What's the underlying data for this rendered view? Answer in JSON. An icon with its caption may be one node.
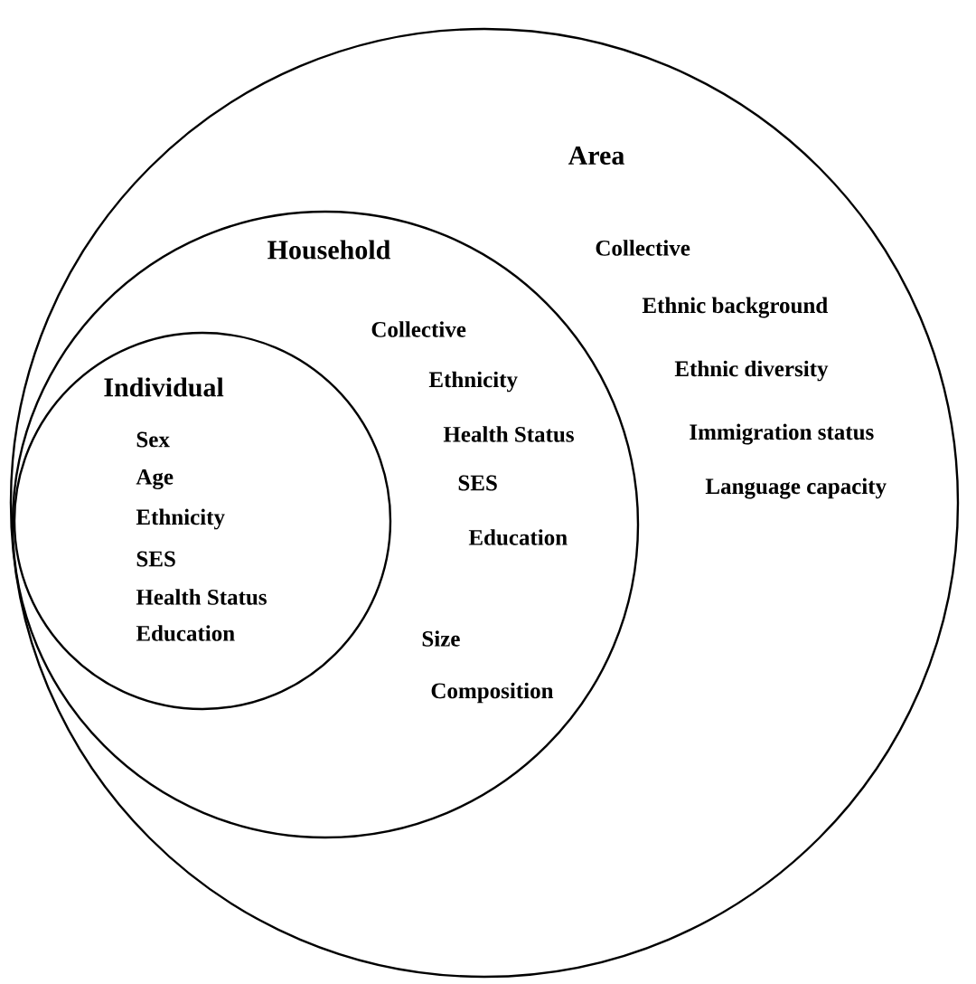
{
  "diagram": {
    "nodes": [
      {
        "text": [
          "Area",
          "Collective",
          "Ethnic background",
          "Ethnic diversity",
          "Immigration status",
          "Language capacity"
        ]
      },
      {
        "text": [
          "Household",
          "Collective",
          "Ethnicity",
          "Health Status",
          "SES",
          "Education",
          "Size",
          "Composition"
        ],
        "in": 0
      },
      {
        "text": [
          "Individual",
          "Sex",
          "Age",
          "Ethnicity",
          "SES",
          "Health Status",
          "Education"
        ],
        "in": 1
      }
    ]
  }
}
